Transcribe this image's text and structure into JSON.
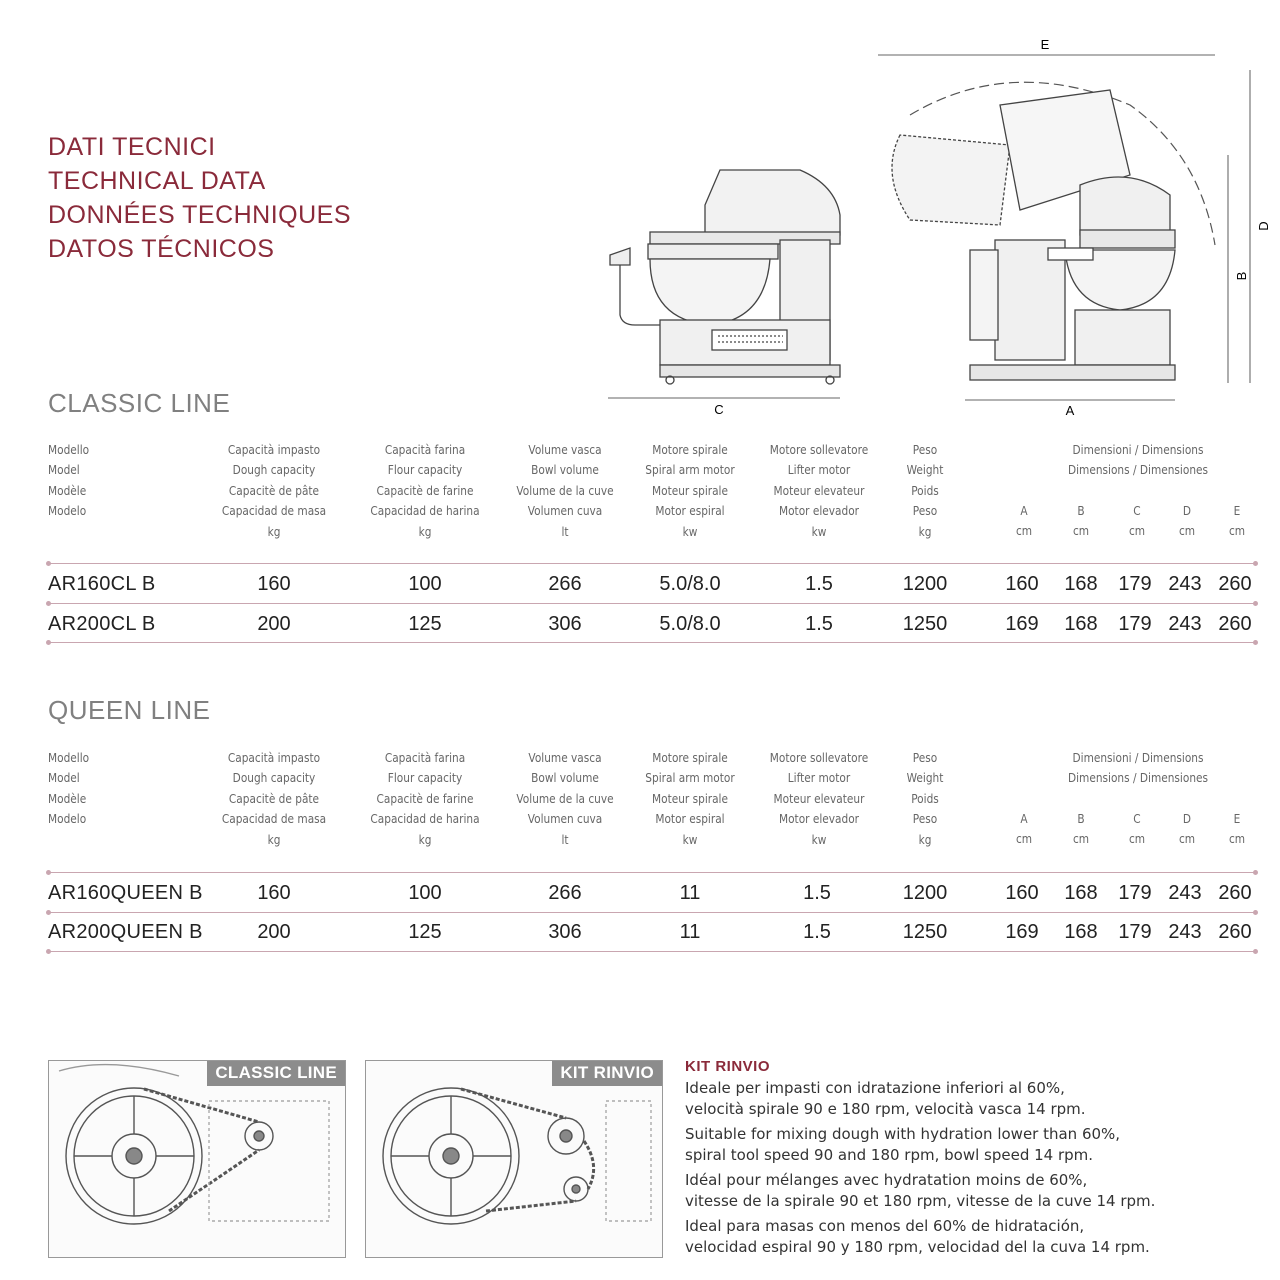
{
  "titles": [
    "DATI TECNICI",
    "TECHNICAL DATA",
    "DONNÉES TECHNIQUES",
    "DATOS TÉCNICOS"
  ],
  "drawing_labels": {
    "c": "C",
    "a": "A",
    "e": "E",
    "b": "B",
    "d": "D"
  },
  "headers": {
    "model": [
      "Modello",
      "Model",
      "Modèle",
      "Modelo"
    ],
    "dough": [
      "Capacità impasto",
      "Dough capacity",
      "Capacitè de pâte",
      "Capacidad de masa",
      "kg"
    ],
    "flour": [
      "Capacità farina",
      "Flour capacity",
      "Capacitè de farine",
      "Capacidad de harina",
      "kg"
    ],
    "bowl": [
      "Volume vasca",
      "Bowl volume",
      "Volume de la cuve",
      "Volumen cuva",
      "lt"
    ],
    "spiral": [
      "Motore spirale",
      "Spiral arm motor",
      "Moteur spirale",
      "Motor espiral",
      "kw"
    ],
    "lifter": [
      "Motore sollevatore",
      "Lifter motor",
      "Moteur elevateur",
      "Motor elevador",
      "kw"
    ],
    "weight": [
      "Peso",
      "Weight",
      "Poids",
      "Peso",
      "kg"
    ],
    "dims": [
      "Dimensioni / Dimensions",
      "Dimensions / Dimensiones"
    ],
    "dim_cols": [
      {
        "letter": "A",
        "unit": "cm"
      },
      {
        "letter": "B",
        "unit": "cm"
      },
      {
        "letter": "C",
        "unit": "cm"
      },
      {
        "letter": "D",
        "unit": "cm"
      },
      {
        "letter": "E",
        "unit": "cm"
      }
    ]
  },
  "classic": {
    "title": "CLASSIC LINE",
    "rows": [
      [
        "AR160CL B",
        "160",
        "100",
        "266",
        "5.0/8.0",
        "1.5",
        "1200",
        "160",
        "168",
        "179",
        "243",
        "260"
      ],
      [
        "AR200CL B",
        "200",
        "125",
        "306",
        "5.0/8.0",
        "1.5",
        "1250",
        "169",
        "168",
        "179",
        "243",
        "260"
      ]
    ]
  },
  "queen": {
    "title": "QUEEN LINE",
    "rows": [
      [
        "AR160QUEEN B",
        "160",
        "100",
        "266",
        "11",
        "1.5",
        "1200",
        "160",
        "168",
        "179",
        "243",
        "260"
      ],
      [
        "AR200QUEEN B",
        "200",
        "125",
        "306",
        "11",
        "1.5",
        "1250",
        "169",
        "168",
        "179",
        "243",
        "260"
      ]
    ]
  },
  "images": {
    "classic_tag": "CLASSIC LINE",
    "kit_tag": "KIT RINVIO"
  },
  "kit": {
    "title": "KIT RINVIO",
    "paras": [
      [
        "Ideale per impasti con idratazione inferiori al 60%,",
        "velocità spirale 90 e 180 rpm, velocità vasca 14 rpm."
      ],
      [
        "Suitable for mixing dough with hydration lower than 60%,",
        "spiral tool speed 90 and 180 rpm, bowl speed 14 rpm."
      ],
      [
        "Idéal pour mélanges avec hydratation moins de 60%,",
        "vitesse de la spirale 90 et 180 rpm, vitesse de la cuve 14 rpm."
      ],
      [
        "Ideal para masas con menos del 60% de hidratación,",
        "velocidad espiral 90 y 180 rpm, velocidad del la cuva 14 rpm."
      ]
    ]
  },
  "colors": {
    "accent": "#8a2a3a",
    "section": "#808080",
    "rule": "#c9a6b0"
  }
}
